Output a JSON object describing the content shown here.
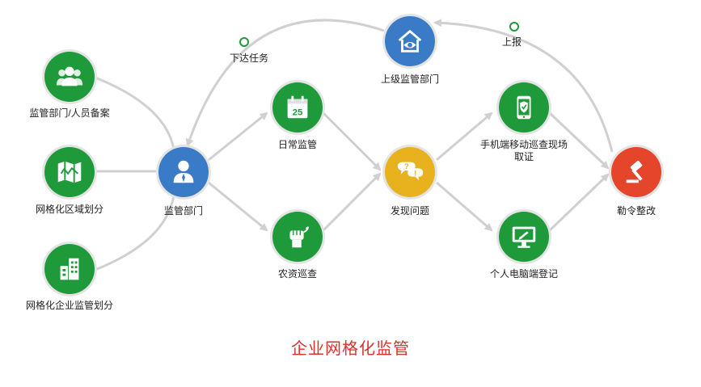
{
  "title": "企业网格化监管",
  "colors": {
    "green": "#1f9a3b",
    "blue": "#3a7bc8",
    "yellow": "#e8b21e",
    "red": "#e5452a",
    "connector": "#d0d0d0",
    "title": "#d9322a"
  },
  "nodes": {
    "personnel": {
      "label": "监管部门/人员备案",
      "icon": "people-icon"
    },
    "area": {
      "label": "网格化区域划分",
      "icon": "map-icon"
    },
    "enterprise": {
      "label": "网格化企业监管划分",
      "icon": "building-icon"
    },
    "department": {
      "label": "监管部门",
      "icon": "person-icon"
    },
    "superior": {
      "label": "上级监管部门",
      "icon": "house-eye-icon"
    },
    "daily": {
      "label": "日常监管",
      "icon": "calendar-icon",
      "calendar_day": "25"
    },
    "agri": {
      "label": "农资巡查",
      "icon": "fist-icon"
    },
    "problem": {
      "label": "发现问题",
      "icon": "question-bubble-icon"
    },
    "mobile": {
      "label": "手机端移动巡查现场取证",
      "icon": "phone-shield-icon"
    },
    "pc": {
      "label": "个人电脑端登记",
      "icon": "monitor-icon"
    },
    "rectify": {
      "label": "勒令整改",
      "icon": "gavel-icon"
    }
  },
  "flows": {
    "assign": "下达任务",
    "report": "上报"
  }
}
